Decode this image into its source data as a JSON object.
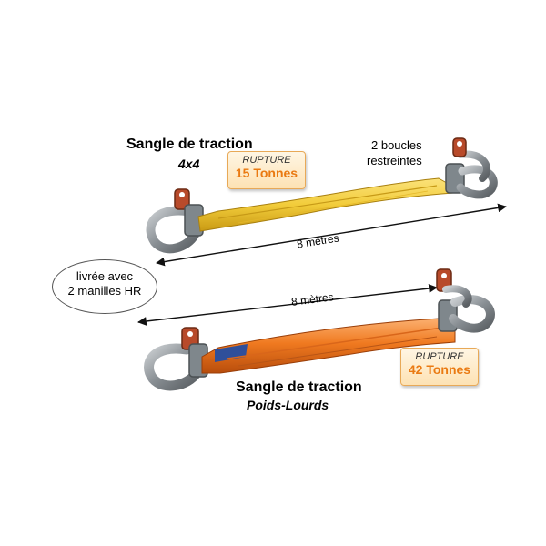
{
  "top_strap": {
    "title": "Sangle de traction",
    "subtitle": "4x4",
    "length": "8 mètres",
    "badge": {
      "line1": "RUPTURE",
      "line2": "15 Tonnes"
    },
    "note_line1": "2 boucles",
    "note_line2": "restreintes",
    "color": "#f2cc3a"
  },
  "bottom_strap": {
    "title": "Sangle de traction",
    "subtitle": "Poids-Lourds",
    "length": "8 mètres",
    "badge": {
      "line1": "RUPTURE",
      "line2": "42 Tonnes"
    },
    "color": "#f07a20"
  },
  "callout": {
    "line1": "livrée avec",
    "line2": "2 manilles HR"
  },
  "colors": {
    "accent": "#ea7a12",
    "shackle": "#8a9095",
    "pin": "#b84a2a"
  }
}
